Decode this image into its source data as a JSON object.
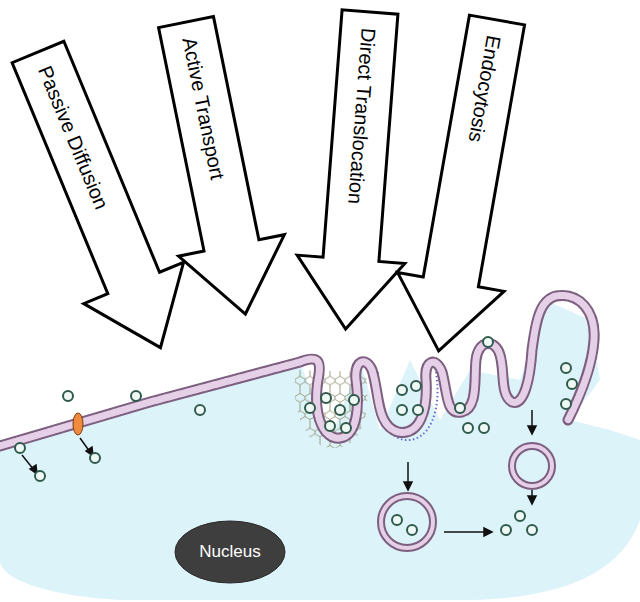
{
  "diagram": {
    "nodes": [
      {
        "text": [
          "Passive Diffusion"
        ]
      },
      {
        "text": [
          "Active Transport"
        ]
      },
      {
        "text": [
          "Direct Translocation"
        ]
      },
      {
        "text": [
          "Endocytosis"
        ]
      },
      {
        "text": [
          "Nucleus"
        ]
      }
    ]
  }
}
